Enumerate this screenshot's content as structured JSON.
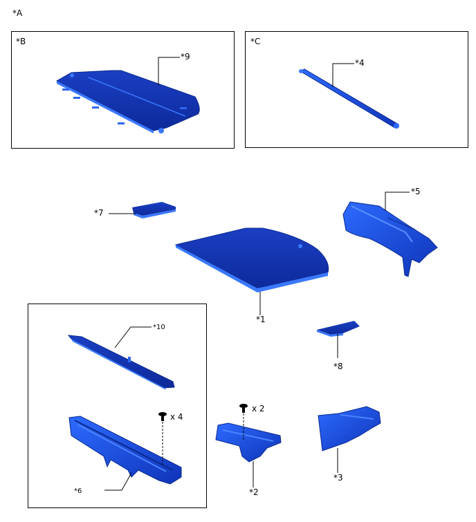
{
  "labels": {
    "a": "*A",
    "b": "*B",
    "c": "*C",
    "p1": "*1",
    "p2": "*2",
    "p3": "*3",
    "p4": "*4",
    "p5": "*5",
    "p6": "*6",
    "p7": "*7",
    "p8": "*8",
    "p9": "*9",
    "p10": "*10"
  },
  "quantities": {
    "screw_6": "x 4",
    "screw_2": "x 2"
  },
  "colors": {
    "part_fill": "#1a4fd6",
    "part_dark": "#0f2f9e",
    "part_light": "#3a78ff",
    "line": "#000000"
  }
}
